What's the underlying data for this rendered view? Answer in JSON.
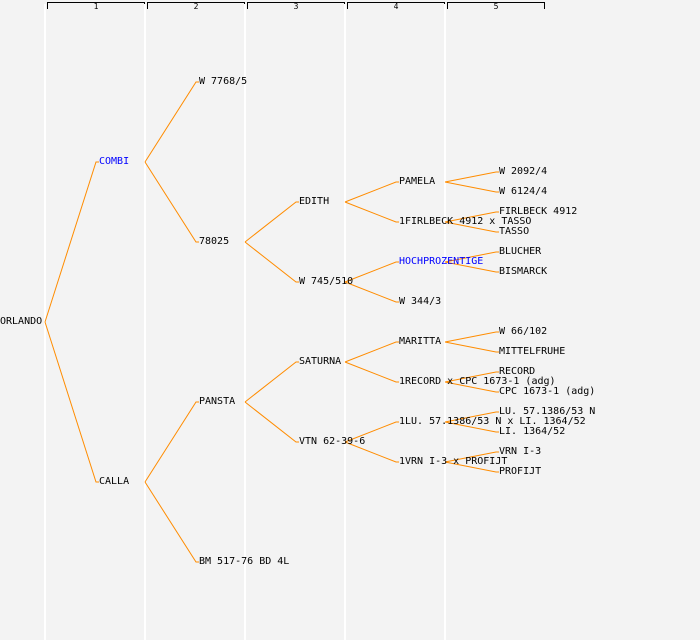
{
  "columns": [
    "1",
    "2",
    "3",
    "4",
    "5"
  ],
  "colors": {
    "edge": "#ff8c00",
    "highlight": "#0000ff",
    "text": "#000000"
  },
  "tree": {
    "name": "ORLANDO",
    "children": [
      {
        "name": "COMBI",
        "highlight": true,
        "children": [
          {
            "name": "W 7768/5"
          },
          {
            "name": "78025",
            "children": [
              {
                "name": "EDITH",
                "children": [
                  {
                    "name": "PAMELA",
                    "children": [
                      {
                        "name": "W 2092/4"
                      },
                      {
                        "name": "W 6124/4"
                      }
                    ]
                  },
                  {
                    "name": "1FIRLBECK 4912 x TASSO",
                    "children": [
                      {
                        "name": "FIRLBECK 4912"
                      },
                      {
                        "name": "TASSO"
                      }
                    ]
                  }
                ]
              },
              {
                "name": "W 745/510",
                "children": [
                  {
                    "name": "HOCHPROZENTIGE",
                    "highlight": true,
                    "children": [
                      {
                        "name": "BLUCHER"
                      },
                      {
                        "name": "BISMARCK"
                      }
                    ]
                  },
                  {
                    "name": "W 344/3"
                  }
                ]
              }
            ]
          }
        ]
      },
      {
        "name": "CALLA",
        "children": [
          {
            "name": "PANSTA",
            "children": [
              {
                "name": "SATURNA",
                "children": [
                  {
                    "name": "MARITTA",
                    "children": [
                      {
                        "name": "W 66/102"
                      },
                      {
                        "name": "MITTELFRUHE"
                      }
                    ]
                  },
                  {
                    "name": "1RECORD x CPC 1673-1 (adg)",
                    "children": [
                      {
                        "name": "RECORD"
                      },
                      {
                        "name": "CPC 1673-1 (adg)"
                      }
                    ]
                  }
                ]
              },
              {
                "name": "VTN 62-39-6",
                "children": [
                  {
                    "name": "1LU. 57.1386/53 N x LI. 1364/52",
                    "children": [
                      {
                        "name": "LU. 57.1386/53 N"
                      },
                      {
                        "name": "LI. 1364/52"
                      }
                    ]
                  },
                  {
                    "name": "1VRN I-3 x PROFIJT",
                    "children": [
                      {
                        "name": "VRN I-3"
                      },
                      {
                        "name": "PROFIJT"
                      }
                    ]
                  }
                ]
              }
            ]
          },
          {
            "name": "BM 517-76 BD 4L"
          }
        ]
      }
    ]
  }
}
